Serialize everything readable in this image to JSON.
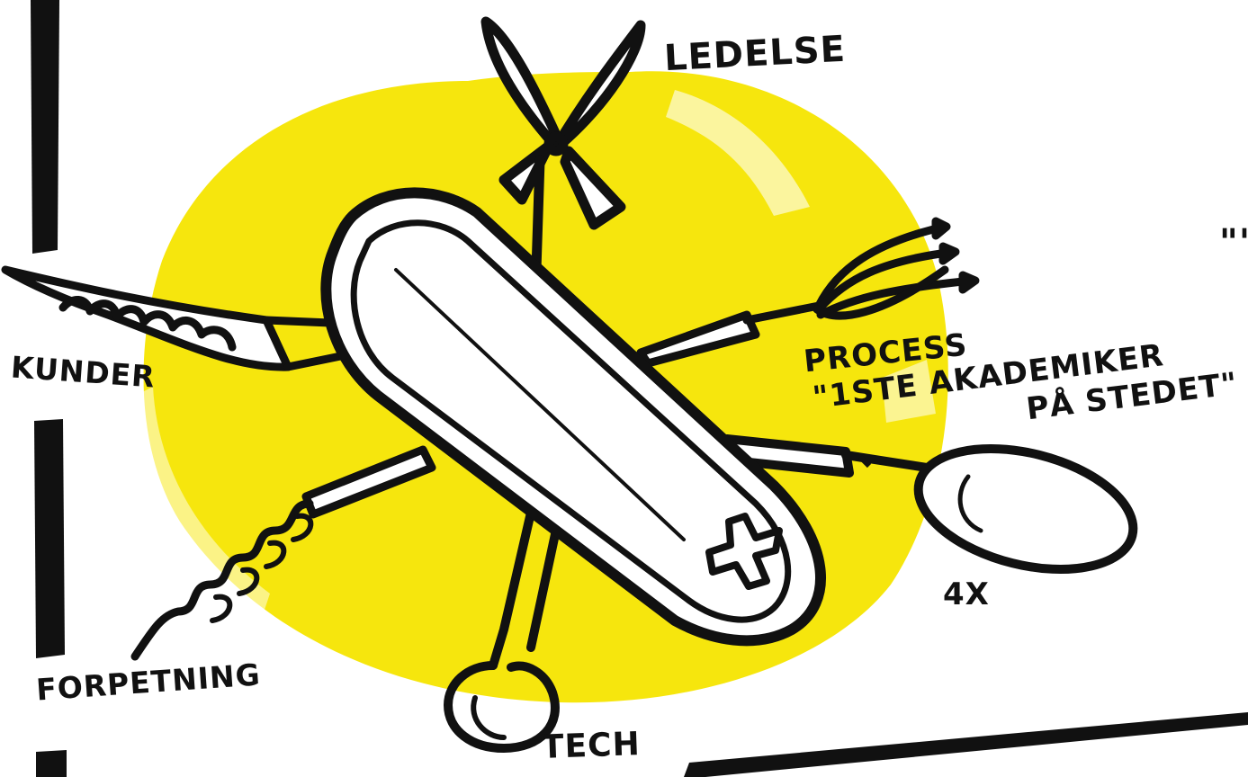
{
  "colors": {
    "ink": "#111111",
    "highlight": "#f6e500",
    "knife_body": "#ffffff"
  },
  "illustration": {
    "icon": "swiss-army-knife-icon",
    "emblem_icon": "cross-emblem-icon",
    "highlight_icon": "yellow-brush-circle-icon"
  },
  "labels": {
    "ledelse": "LEDELSE",
    "kunder": "KUNDER",
    "process": "PROCESS",
    "quote_line1": "\"1STE AKADEMIKER",
    "quote_line2": "PÅ STEDET\"",
    "four_x": "4X",
    "forpetning": "FORPETNING",
    "tech": "TECH",
    "edge_quote": "\"'"
  }
}
